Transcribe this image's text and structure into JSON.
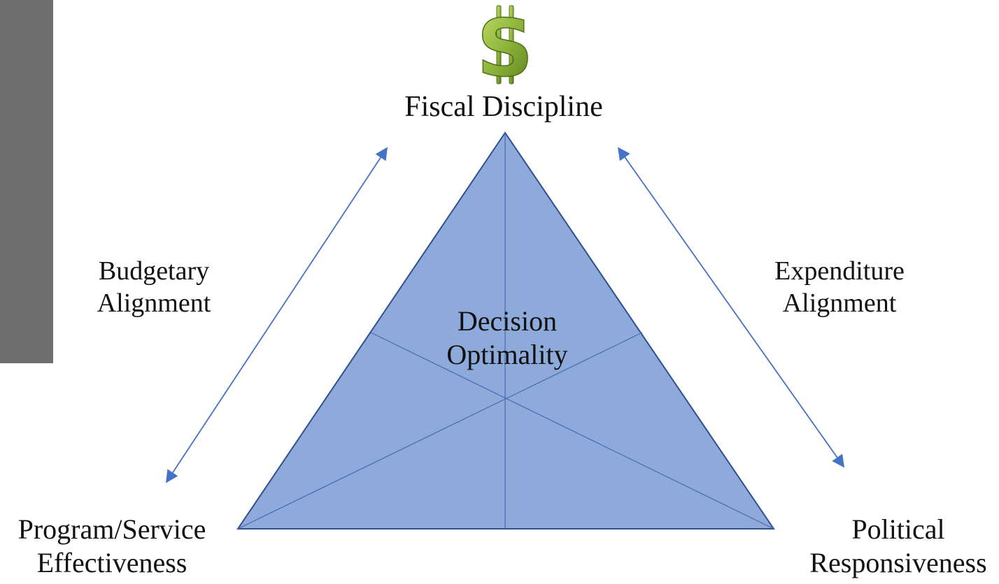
{
  "nodes": {
    "top": "Fiscal Discipline",
    "center": [
      "Decision",
      "Optimality"
    ],
    "bottom_left": [
      "Program/Service",
      "Effectiveness"
    ],
    "bottom_right": [
      "Political",
      "Responsiveness"
    ]
  },
  "edges": {
    "left": [
      "Budgetary",
      "Alignment"
    ],
    "right": [
      "Expenditure",
      "Alignment"
    ]
  },
  "icons": {
    "top": "dollar-sign-icon"
  },
  "colors": {
    "triangle_fill": "#8eaadb",
    "triangle_stroke": "#2f4f8f",
    "arrow": "#4472c4",
    "dollar": "#8db33a",
    "side_bar": "#6e6e6e"
  }
}
